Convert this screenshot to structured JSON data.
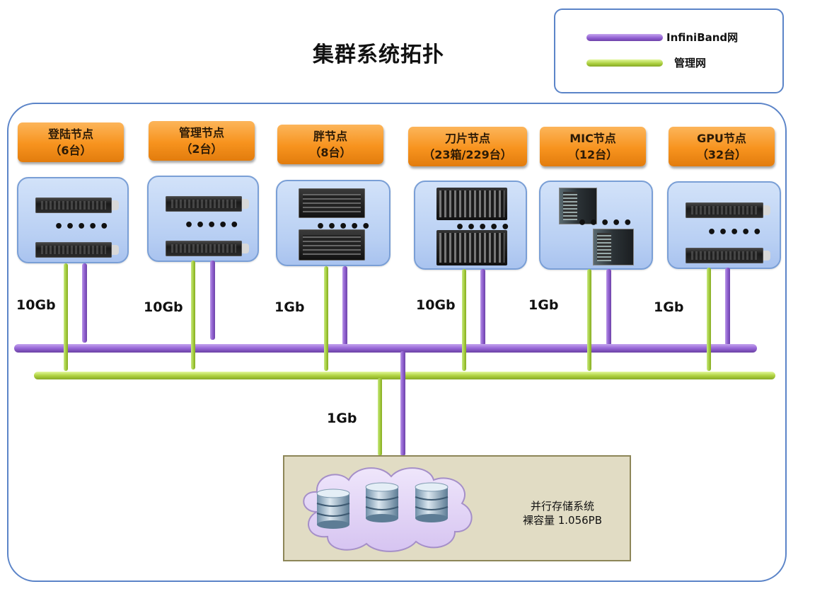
{
  "title": "集群系统拓扑",
  "legend": {
    "items": [
      {
        "label": "InfiniBand网",
        "color": "#8f5fcf"
      },
      {
        "label": "管理网",
        "color": "#a7cf42"
      }
    ]
  },
  "nodes": [
    {
      "name": "登陆节点",
      "count": "（6台）",
      "link_speed": "10Gb",
      "hardware": "rack-server"
    },
    {
      "name": "管理节点",
      "count": "（2台）",
      "link_speed": "10Gb",
      "hardware": "rack-server"
    },
    {
      "name": "胖节点",
      "count": "（8台）",
      "link_speed": "1Gb",
      "hardware": "4u-server"
    },
    {
      "name": "刀片节点",
      "count": "（23箱/229台）",
      "link_speed": "10Gb",
      "hardware": "blade-chassis"
    },
    {
      "name": "MIC节点",
      "count": "（12台）",
      "link_speed": "1Gb",
      "hardware": "tower-server"
    },
    {
      "name": "GPU节点",
      "count": "（32台）",
      "link_speed": "1Gb",
      "hardware": "rack-server"
    }
  ],
  "ellipsis": "•••••",
  "storage": {
    "link_speed": "1Gb",
    "name": "并行存储系统",
    "capacity": "裸容量 1.056PB"
  }
}
